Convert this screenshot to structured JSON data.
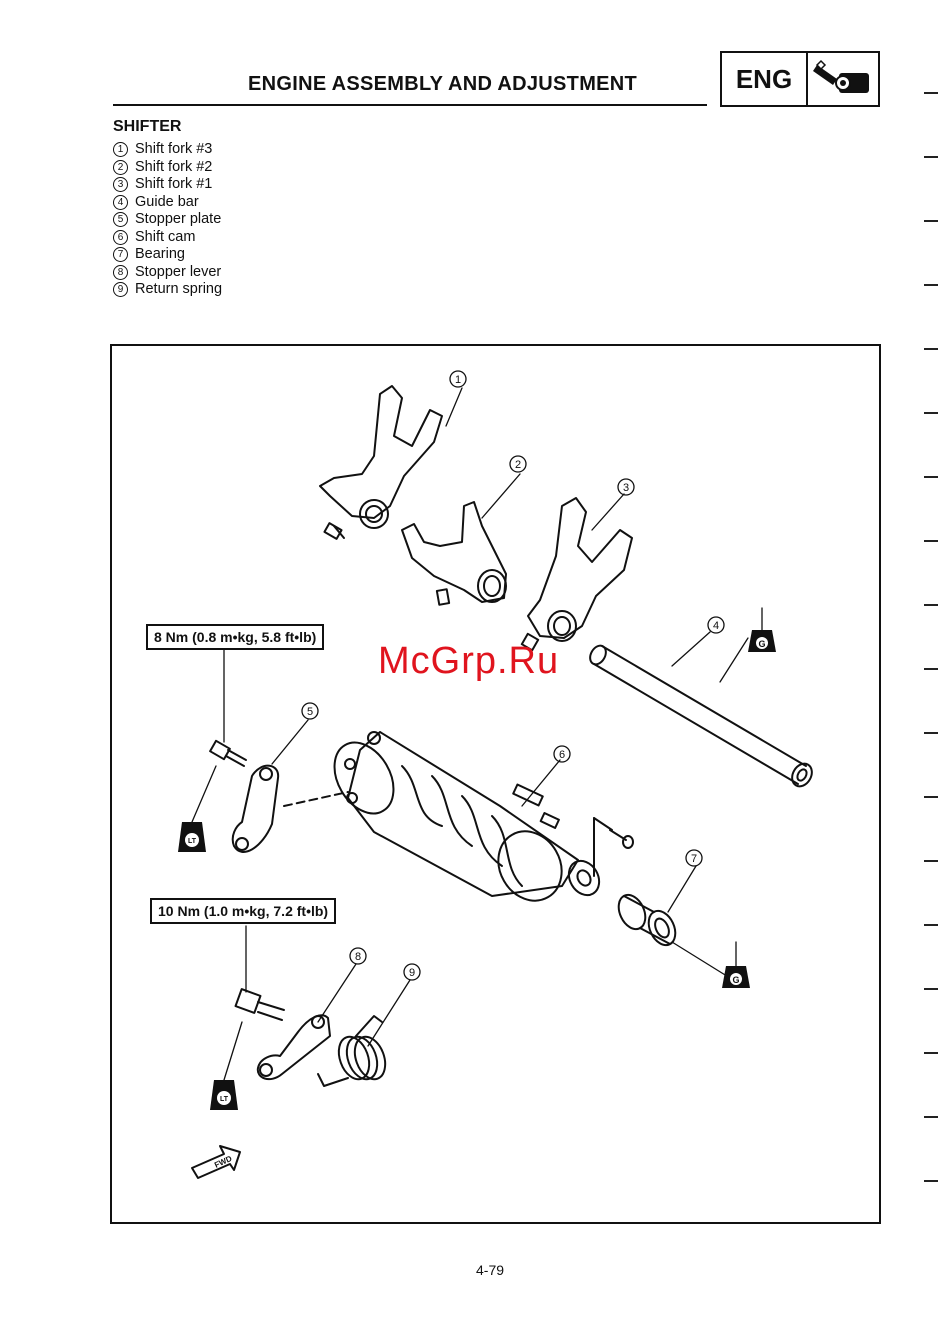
{
  "header": {
    "title": "ENGINE ASSEMBLY AND ADJUSTMENT",
    "badge_text": "ENG",
    "badge_icon": "engine-wrench-icon"
  },
  "section": {
    "title": "SHIFTER",
    "parts": [
      {
        "num": "1",
        "label": "Shift fork #3"
      },
      {
        "num": "2",
        "label": "Shift fork #2"
      },
      {
        "num": "3",
        "label": "Shift fork #1"
      },
      {
        "num": "4",
        "label": "Guide bar"
      },
      {
        "num": "5",
        "label": "Stopper plate"
      },
      {
        "num": "6",
        "label": "Shift cam"
      },
      {
        "num": "7",
        "label": "Bearing"
      },
      {
        "num": "8",
        "label": "Stopper lever"
      },
      {
        "num": "9",
        "label": "Return spring"
      }
    ]
  },
  "diagram": {
    "torque_1": "8 Nm (0.8 m•kg, 5.8 ft•lb)",
    "torque_2": "10 Nm (1.0 m•kg, 7.2 ft•lb)",
    "callouts": [
      "1",
      "2",
      "3",
      "4",
      "5",
      "6",
      "7",
      "8",
      "9"
    ],
    "lube_g": "G",
    "locktite": "LT",
    "fwd": "FWD"
  },
  "watermark": "McGrp.Ru",
  "page_number": "4-79"
}
